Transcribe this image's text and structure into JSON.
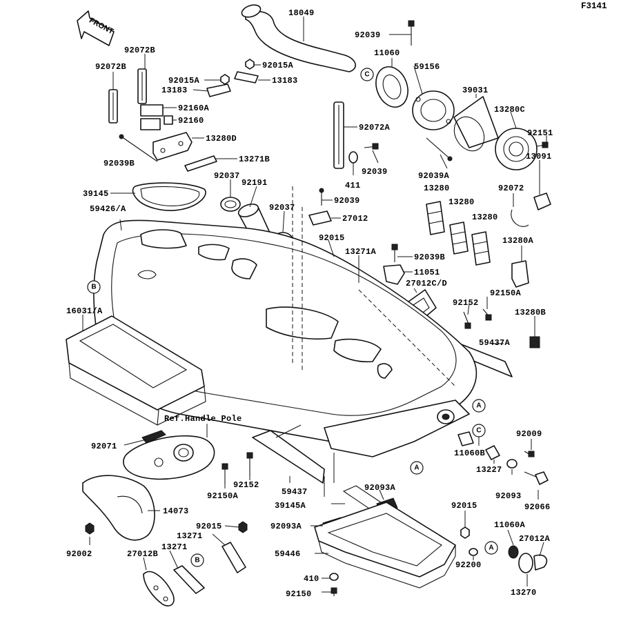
{
  "figure_code": "F3141",
  "front_label": "FRONT",
  "ref_note": "Ref.Handle Pole",
  "markers": [
    "A",
    "B",
    "C"
  ],
  "labels": [
    {
      "id": "l18049",
      "text": "18049"
    },
    {
      "id": "l92039_top",
      "text": "92039"
    },
    {
      "id": "l11060",
      "text": "11060"
    },
    {
      "id": "l59156",
      "text": "59156"
    },
    {
      "id": "l39031",
      "text": "39031"
    },
    {
      "id": "l13280C",
      "text": "13280C"
    },
    {
      "id": "l92151",
      "text": "92151"
    },
    {
      "id": "l13091",
      "text": "13091"
    },
    {
      "id": "l92072B_a",
      "text": "92072B"
    },
    {
      "id": "l92072B_b",
      "text": "92072B"
    },
    {
      "id": "l92015A_a",
      "text": "92015A"
    },
    {
      "id": "l92015A_b",
      "text": "92015A"
    },
    {
      "id": "l13183_a",
      "text": "13183"
    },
    {
      "id": "l13183_b",
      "text": "13183"
    },
    {
      "id": "l92160A",
      "text": "92160A"
    },
    {
      "id": "l92160",
      "text": "92160"
    },
    {
      "id": "l13280D",
      "text": "13280D"
    },
    {
      "id": "l13271B",
      "text": "13271B"
    },
    {
      "id": "l92039B",
      "text": "92039B"
    },
    {
      "id": "l92072A",
      "text": "92072A"
    },
    {
      "id": "l92039_mid",
      "text": "92039"
    },
    {
      "id": "l411",
      "text": "411"
    },
    {
      "id": "l92039A",
      "text": "92039A"
    },
    {
      "id": "l13280_a",
      "text": "13280"
    },
    {
      "id": "l13280_b",
      "text": "13280"
    },
    {
      "id": "l13280_c",
      "text": "13280"
    },
    {
      "id": "l92072",
      "text": "92072"
    },
    {
      "id": "l13280A",
      "text": "13280A"
    },
    {
      "id": "l39145",
      "text": "39145"
    },
    {
      "id": "l92037_a",
      "text": "92037"
    },
    {
      "id": "l92191",
      "text": "92191"
    },
    {
      "id": "l92037_b",
      "text": "92037"
    },
    {
      "id": "l92039_c",
      "text": "92039"
    },
    {
      "id": "l27012",
      "text": "27012"
    },
    {
      "id": "l59426A",
      "text": "59426/A"
    },
    {
      "id": "l92015",
      "text": "92015"
    },
    {
      "id": "l13271A",
      "text": "13271A"
    },
    {
      "id": "l92039B_b",
      "text": "92039B"
    },
    {
      "id": "l11051",
      "text": "11051"
    },
    {
      "id": "l27012CD",
      "text": "27012C/D"
    },
    {
      "id": "l92150A_a",
      "text": "92150A"
    },
    {
      "id": "l92152_a",
      "text": "92152"
    },
    {
      "id": "l13280B",
      "text": "13280B"
    },
    {
      "id": "l16031A",
      "text": "16031/A"
    },
    {
      "id": "l59437A",
      "text": "59437A"
    },
    {
      "id": "l92009",
      "text": "92009"
    },
    {
      "id": "l92071",
      "text": "92071"
    },
    {
      "id": "l11060B",
      "text": "11060B"
    },
    {
      "id": "l13227",
      "text": "13227"
    },
    {
      "id": "l92093",
      "text": "92093"
    },
    {
      "id": "l92066",
      "text": "92066"
    },
    {
      "id": "l92152_b",
      "text": "92152"
    },
    {
      "id": "l92150A_b",
      "text": "92150A"
    },
    {
      "id": "l59437",
      "text": "59437"
    },
    {
      "id": "l92093A_a",
      "text": "92093A"
    },
    {
      "id": "l39145A",
      "text": "39145A"
    },
    {
      "id": "l14073",
      "text": "14073"
    },
    {
      "id": "l92093A_b",
      "text": "92093A"
    },
    {
      "id": "l92015_b",
      "text": "92015"
    },
    {
      "id": "l92015_c",
      "text": "92015"
    },
    {
      "id": "l11060A",
      "text": "11060A"
    },
    {
      "id": "l13271_a",
      "text": "13271"
    },
    {
      "id": "l13271_b",
      "text": "13271"
    },
    {
      "id": "l27012A",
      "text": "27012A"
    },
    {
      "id": "l92002",
      "text": "92002"
    },
    {
      "id": "l27012B",
      "text": "27012B"
    },
    {
      "id": "l59446",
      "text": "59446"
    },
    {
      "id": "l92200",
      "text": "92200"
    },
    {
      "id": "l410",
      "text": "410"
    },
    {
      "id": "l92150",
      "text": "92150"
    },
    {
      "id": "l13270",
      "text": "13270"
    }
  ]
}
